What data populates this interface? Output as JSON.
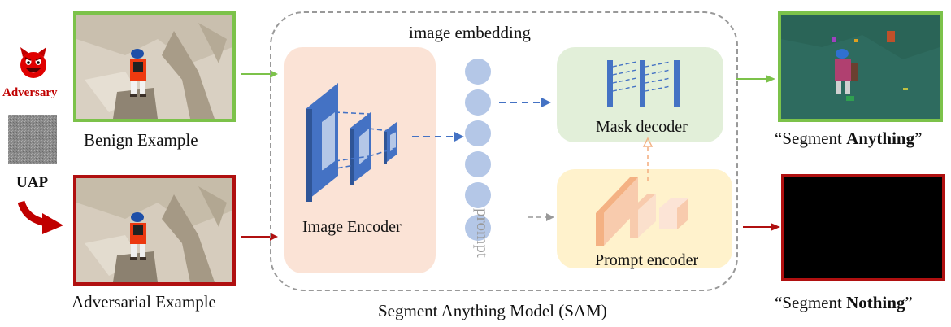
{
  "adversary_label": "Adversary",
  "uap_label": "UAP",
  "benign_label": "Benign Example",
  "adversarial_label": "Adversarial Example",
  "model_label": "Segment Anything Model (SAM)",
  "embedding_label": "image embedding",
  "encoder_label": "Image Encoder",
  "mask_decoder_label": "Mask decoder",
  "prompt_label": "prompt",
  "prompt_encoder_label": "Prompt encoder",
  "out_top": {
    "pre": "“Segment ",
    "bold": "Anything",
    "post": "”"
  },
  "out_bottom": {
    "pre": "“Segment ",
    "bold": "Nothing",
    "post": "”"
  },
  "colors": {
    "benign_green": "#7cc24a",
    "adversarial_red": "#b01010",
    "encoder_bg": "#fbe3d6",
    "decoder_bg": "#e2efd9",
    "prompt_bg": "#fff2cc",
    "token_blue": "#b4c7e7",
    "layer_blue": "#4472c4",
    "prompt_layer": "#f4b183"
  },
  "icons": [
    "devil-icon",
    "uap-noise-icon",
    "red-curved-arrow-icon"
  ]
}
